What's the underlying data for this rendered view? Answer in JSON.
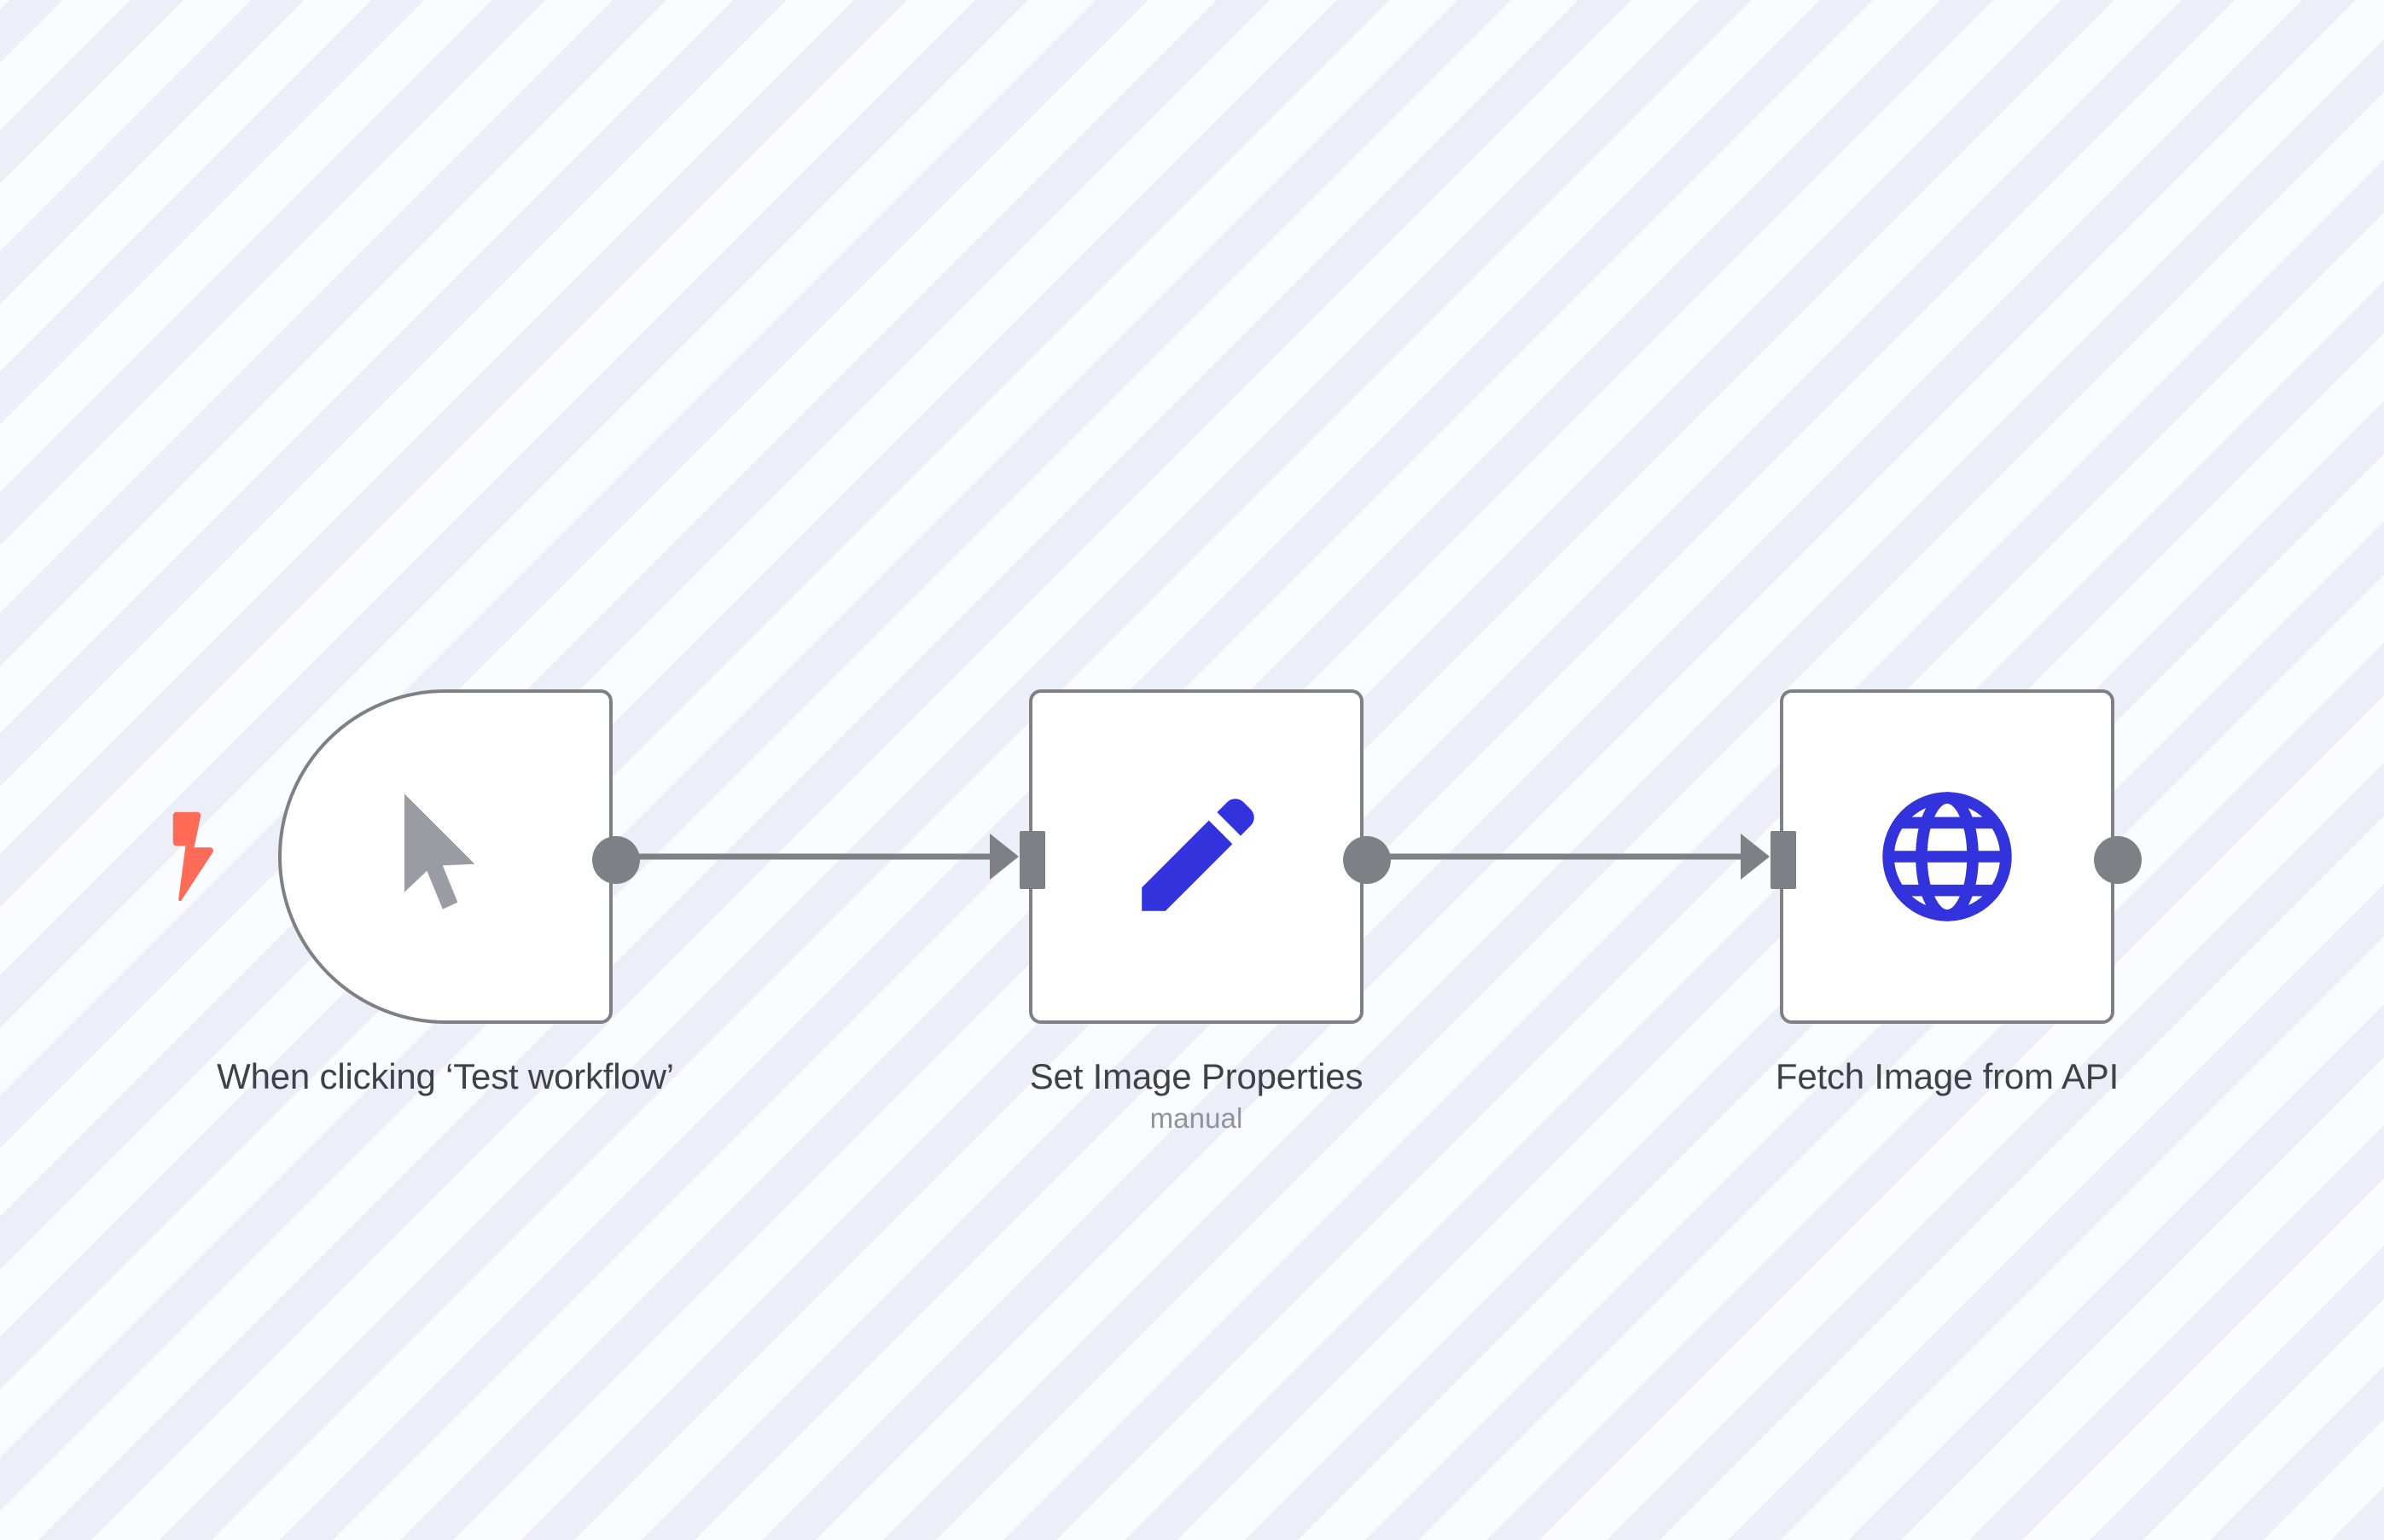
{
  "canvas": {
    "background_stripe_light": "#fbfcff",
    "background_stripe_dark": "#eceef8",
    "node_border_color": "#7e8085",
    "node_fill_color": "#ffffff",
    "connector_color": "#7e8085",
    "label_color": "#3f4146",
    "sublabel_color": "#909399",
    "accent_icon_color": "#3333dd",
    "trigger_bolt_color": "#ff6b57"
  },
  "nodes": [
    {
      "id": "manual-trigger",
      "label": "When clicking ‘Test workflow’",
      "sublabel": "",
      "icon": "mouse-pointer-icon",
      "icon_color": "#9a9ca3",
      "shape": "trigger",
      "has_input": false,
      "has_output": true,
      "trigger_badge": "lightning-bolt-icon"
    },
    {
      "id": "set-image-properties",
      "label": "Set Image Properties",
      "sublabel": "manual",
      "icon": "pencil-icon",
      "icon_color": "#3333dd",
      "shape": "square",
      "has_input": true,
      "has_output": true,
      "trigger_badge": ""
    },
    {
      "id": "fetch-image-from-api",
      "label": "Fetch Image from API",
      "sublabel": "",
      "icon": "globe-icon",
      "icon_color": "#3333dd",
      "shape": "square",
      "has_input": true,
      "has_output": true,
      "trigger_badge": ""
    }
  ],
  "connections": [
    {
      "id": "conn-1",
      "from": "manual-trigger",
      "to": "set-image-properties"
    },
    {
      "id": "conn-2",
      "from": "set-image-properties",
      "to": "fetch-image-from-api"
    }
  ]
}
